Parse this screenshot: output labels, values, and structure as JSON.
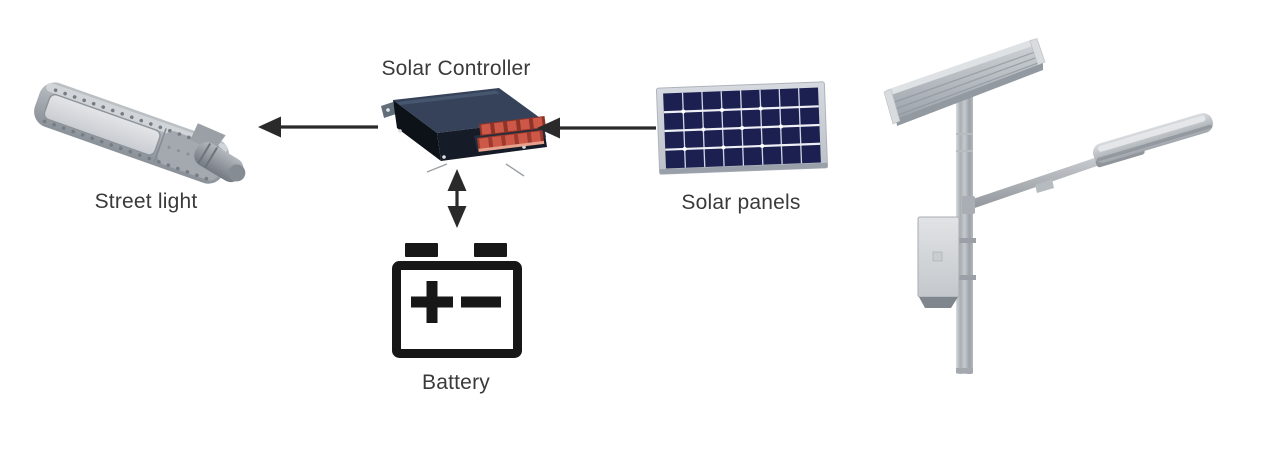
{
  "diagram": {
    "labels": {
      "street_light": "Street light",
      "solar_controller": "Solar Controller",
      "solar_panels": "Solar panels",
      "battery": "Battery"
    },
    "connections": [
      {
        "from": "Solar panels",
        "to": "Solar Controller",
        "direction": "one-way"
      },
      {
        "from": "Solar Controller",
        "to": "Street light",
        "direction": "one-way"
      },
      {
        "from": "Solar Controller",
        "to": "Battery",
        "direction": "two-way"
      }
    ],
    "colors": {
      "background": "#ffffff",
      "label_text": "#3a3a3a",
      "arrow": "#2a2a2a",
      "battery_icon": "#171717",
      "solar_cell_navy": "#1b2050",
      "solar_grid_line": "#dde0ef",
      "panel_frame_gray": "#c9cdd4",
      "controller_top": "#35425a",
      "controller_side_dark": "#0d1219",
      "controller_side_mid": "#151c27",
      "connector_red": "#cd5848",
      "photo_gray_light": "#d6d9db",
      "photo_gray_mid": "#aab0b5",
      "photo_gray_dark": "#8a9096"
    }
  }
}
